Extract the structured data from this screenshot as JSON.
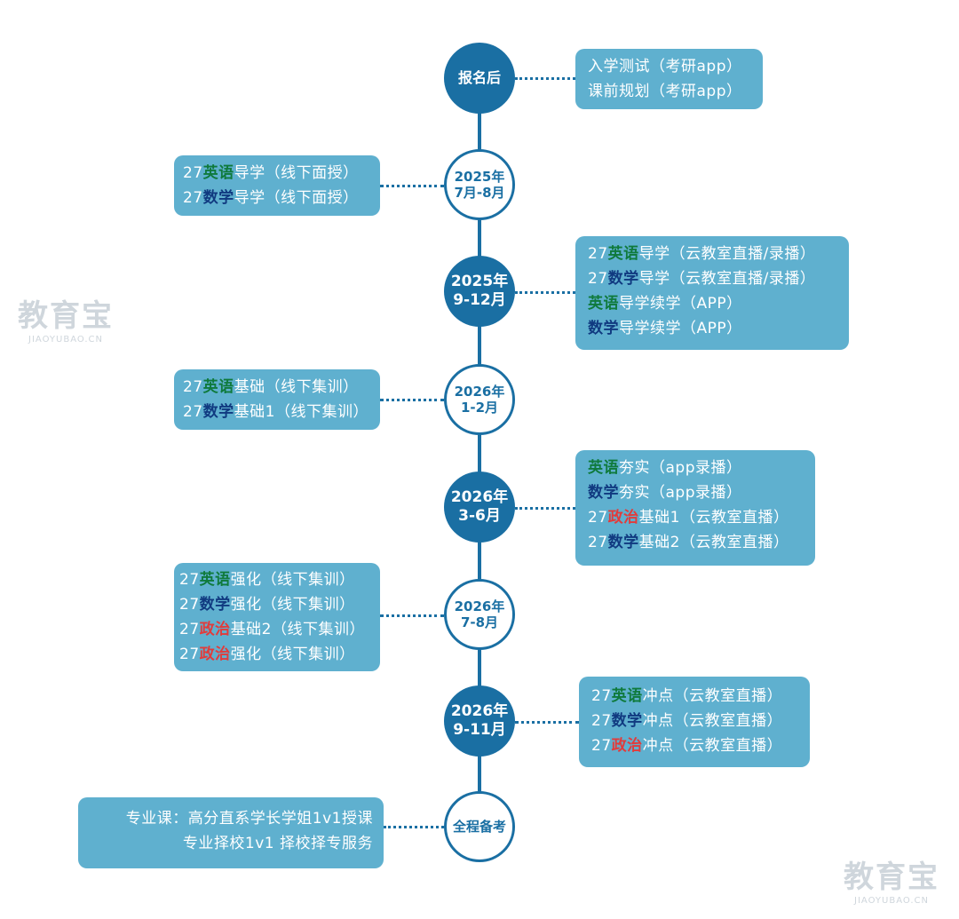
{
  "colors": {
    "accent": "#1a6fa3",
    "box_bg": "#5fb0cf",
    "english": "#0f7a3c",
    "math": "#103a80",
    "politics": "#e23b3b"
  },
  "watermark": {
    "main": "教育宝",
    "sub": "JIAOYUBAO.CN"
  },
  "nodes": {
    "n0": {
      "text": "报名后"
    },
    "n1": {
      "line1": "2025年",
      "line2": "7月-8月"
    },
    "n2": {
      "line1": "2025年",
      "line2": "9-12月"
    },
    "n3": {
      "line1": "2026年",
      "line2": "1-2月"
    },
    "n4": {
      "line1": "2026年",
      "line2": "3-6月"
    },
    "n5": {
      "line1": "2026年",
      "line2": "7-8月"
    },
    "n6": {
      "line1": "2026年",
      "line2": "9-11月"
    },
    "n7": {
      "text": "全程备考"
    }
  },
  "boxes": {
    "b0": {
      "l1": {
        "text": "入学测试（考研app）"
      },
      "l2": {
        "text": "课前规划（考研app）"
      }
    },
    "b1": {
      "l1": {
        "pre": "27",
        "subject": "英语",
        "post": "导学（线下面授）"
      },
      "l2": {
        "pre": "27",
        "subject": "数学",
        "post": "导学（线下面授）"
      }
    },
    "b2": {
      "l1": {
        "pre": "27",
        "subject": "英语",
        "post": "导学（云教室直播/录播）"
      },
      "l2": {
        "pre": "27",
        "subject": "数学",
        "post": "导学（云教室直播/录播）"
      },
      "l3": {
        "subject": "英语",
        "post": "导学续学（APP）"
      },
      "l4": {
        "subject": "数学",
        "post": "导学续学（APP）"
      }
    },
    "b3": {
      "l1": {
        "pre": "27",
        "subject": "英语",
        "post": "基础（线下集训）"
      },
      "l2": {
        "pre": "27",
        "subject": "数学",
        "post": "基础1（线下集训）"
      }
    },
    "b4": {
      "l1": {
        "subject": "英语",
        "post": "夯实（app录播）"
      },
      "l2": {
        "subject": "数学",
        "post": "夯实（app录播）"
      },
      "l3": {
        "pre": "27",
        "subject": "政治",
        "post": "基础1（云教室直播）"
      },
      "l4": {
        "pre": "27",
        "subject": "数学",
        "post": "基础2（云教室直播）"
      }
    },
    "b5": {
      "l1": {
        "pre": "27",
        "subject": "英语",
        "post": "强化（线下集训）"
      },
      "l2": {
        "pre": "27",
        "subject": "数学",
        "post": "强化（线下集训）"
      },
      "l3": {
        "pre": "27",
        "subject": "政治",
        "post": "基础2（线下集训）"
      },
      "l4": {
        "pre": "27",
        "subject": "政治",
        "post": "强化（线下集训）"
      }
    },
    "b6": {
      "l1": {
        "pre": "27",
        "subject": "英语",
        "post": "冲点（云教室直播）"
      },
      "l2": {
        "pre": "27",
        "subject": "数学",
        "post": "冲点（云教室直播）"
      },
      "l3": {
        "pre": "27",
        "subject": "政治",
        "post": "冲点（云教室直播）"
      }
    },
    "b7": {
      "l1": {
        "text": "专业课：高分直系学长学姐1v1授课"
      },
      "l2": {
        "text": "专业择校1v1 择校择专服务"
      }
    }
  }
}
